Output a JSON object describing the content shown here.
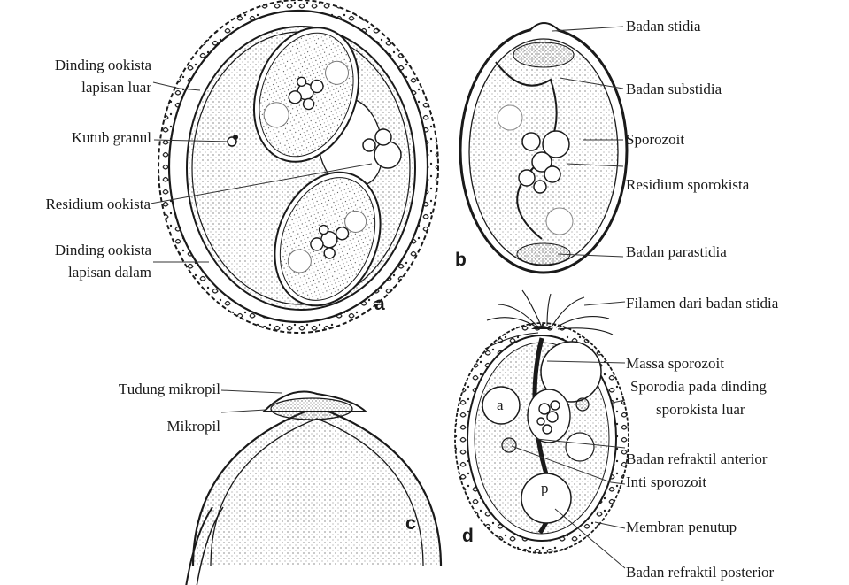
{
  "panels": {
    "a": "a",
    "b": "b",
    "c": "c",
    "d": "d",
    "p_inner": "p",
    "a_inner": "a"
  },
  "labels_a": {
    "dinding_luar_1": "Dinding ookista",
    "dinding_luar_2": "lapisan luar",
    "kutub_granul": "Kutub granul",
    "residium_ookista": "Residium ookista",
    "dinding_dalam_1": "Dinding ookista",
    "dinding_dalam_2": "lapisan dalam"
  },
  "labels_b": {
    "badan_stidia": "Badan stidia",
    "badan_substidia": "Badan substidia",
    "sporozoit": "Sporozoit",
    "residium_sporokista": "Residium sporokista",
    "badan_parastidia": "Badan parastidia"
  },
  "labels_c": {
    "tudung_mikropil": "Tudung mikropil",
    "mikropil": "Mikropil"
  },
  "labels_d": {
    "filamen": "Filamen dari badan stidia",
    "massa_sporozoit": "Massa sporozoit",
    "sporodia_1": "Sporodia pada dinding",
    "sporodia_2": "sporokista luar",
    "refraktil_anterior": "Badan refraktil anterior",
    "inti_sporozoit": "Inti sporozoit",
    "membran_penutup": "Membran penutup",
    "refraktil_posterior": "Badan refraktil posterior"
  }
}
